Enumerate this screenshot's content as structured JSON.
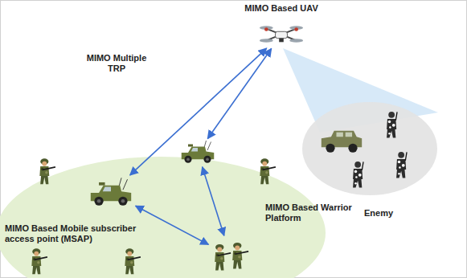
{
  "diagram": {
    "nodes": [
      {
        "text": [
          "MIMO Based UAV"
        ]
      },
      {
        "text": [
          "MIMO Based Mobile subscriber access point (MSAP)"
        ]
      },
      {
        "text": []
      },
      {
        "text": [
          "MIMO Based Warrior Platform"
        ]
      },
      {
        "text": [
          "Enemy"
        ]
      }
    ],
    "edges": [
      {
        "from": 1,
        "to": 0,
        "arrow": "both",
        "label": "MIMO Multiple TRP"
      },
      {
        "from": 0,
        "to": 2,
        "arrow": "both"
      },
      {
        "from": 1,
        "to": 3,
        "arrow": "both"
      },
      {
        "from": 2,
        "to": 3,
        "arrow": "both"
      }
    ]
  }
}
